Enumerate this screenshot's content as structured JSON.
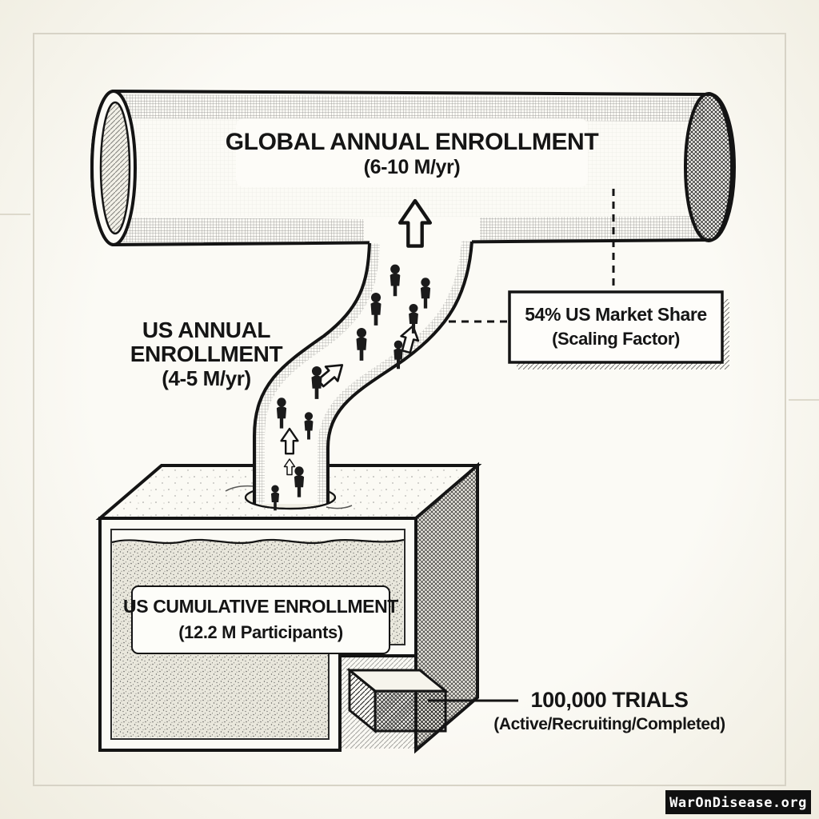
{
  "page": {
    "kind": "hand-drawn plumbing infographic of clinical trial enrollment",
    "background": "#f6f3ea",
    "ink": "#151515"
  },
  "diagram": {
    "global_pipe": {
      "title": "GLOBAL ANNUAL ENROLLMENT",
      "rate": "(6-10 M/yr)"
    },
    "us_annual_pipe": {
      "line1": "US ANNUAL",
      "line2": "ENROLLMENT",
      "line3": "(4-5 M/yr)"
    },
    "market_share": {
      "line1": "54% US Market Share",
      "line2": "(Scaling Factor)"
    },
    "tank": {
      "title": "US CUMULATIVE ENROLLMENT",
      "value": "(12.2 M Participants)"
    },
    "trials": {
      "line1": "100,000 TRIALS",
      "line2": "(Active/Recruiting/Completed)"
    }
  },
  "watermark": "WarOnDisease.org"
}
